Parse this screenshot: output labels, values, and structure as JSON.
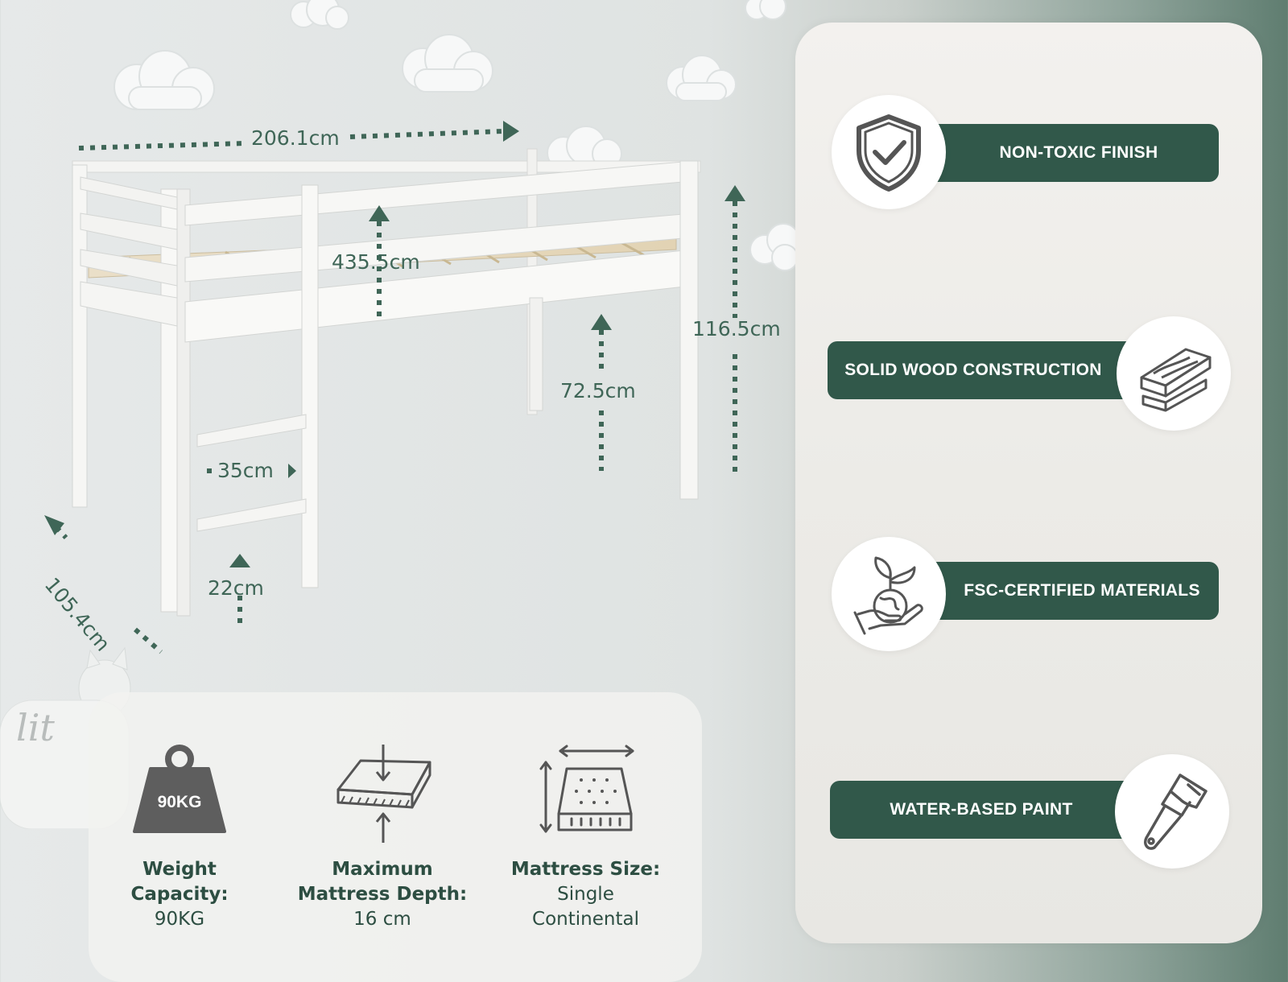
{
  "dimensions": {
    "length": "206.1cm",
    "height_top": "435.5cm",
    "height_total": "116.5cm",
    "clearance": "72.5cm",
    "ladder_width": "35cm",
    "ladder_step": "22cm",
    "width": "105.4cm"
  },
  "features": [
    {
      "label": "NON-TOXIC FINISH",
      "icon": "shield-check-icon"
    },
    {
      "label": "SOLID WOOD CONSTRUCTION",
      "icon": "wood-planks-icon"
    },
    {
      "label": "FSC-CERTIFIED MATERIALS",
      "icon": "plant-globe-hand-icon"
    },
    {
      "label": "WATER-BASED PAINT",
      "icon": "paint-brush-icon"
    }
  ],
  "specs": {
    "weight": {
      "badge": "90KG",
      "label_line1": "Weight",
      "label_line2": "Capacity:",
      "value": "90KG",
      "icon": "weight-icon"
    },
    "depth": {
      "label_line1": "Maximum",
      "label_line2": "Mattress Depth:",
      "value": "16 cm",
      "icon": "mattress-depth-icon"
    },
    "size": {
      "label": "Mattress Size:",
      "value_line1": "Single",
      "value_line2": "Continental",
      "icon": "mattress-size-icon"
    }
  },
  "colors": {
    "accent": "#31584a",
    "text": "#2d4e42"
  }
}
